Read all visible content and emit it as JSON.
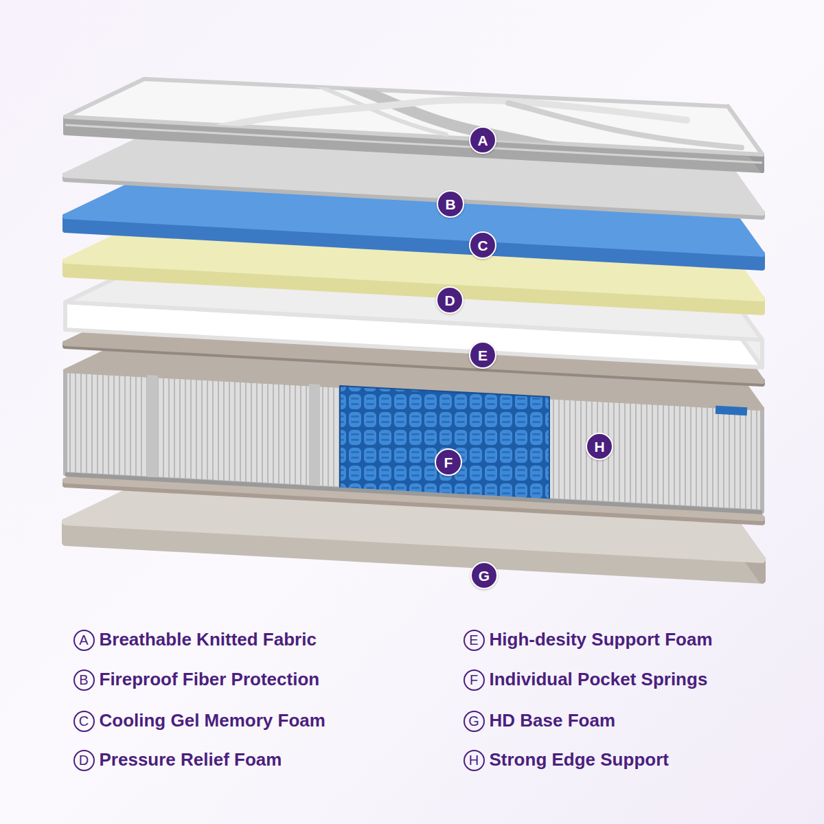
{
  "diagram": {
    "nodes": [
      {
        "text": [
          "A"
        ]
      },
      {
        "text": [
          "B"
        ]
      },
      {
        "text": [
          "C"
        ]
      },
      {
        "text": [
          "D"
        ]
      },
      {
        "text": [
          "E"
        ]
      },
      {
        "text": [
          "F"
        ]
      },
      {
        "text": [
          "G"
        ]
      },
      {
        "text": [
          "H"
        ]
      },
      {
        "text": [
          "A",
          "Breathable Knitted Fabric"
        ]
      },
      {
        "text": [
          "B",
          "Fireproof Fiber Protection"
        ]
      },
      {
        "text": [
          "C",
          "Cooling Gel Memory Foam"
        ]
      },
      {
        "text": [
          "D",
          "Pressure Relief Foam"
        ]
      },
      {
        "text": [
          "E",
          "High-desity Support Foam"
        ]
      },
      {
        "text": [
          "F",
          "Individual Pocket Springs"
        ]
      },
      {
        "text": [
          "G",
          "HD Base Foam"
        ]
      },
      {
        "text": [
          "H",
          "Strong Edge Support"
        ]
      }
    ]
  }
}
